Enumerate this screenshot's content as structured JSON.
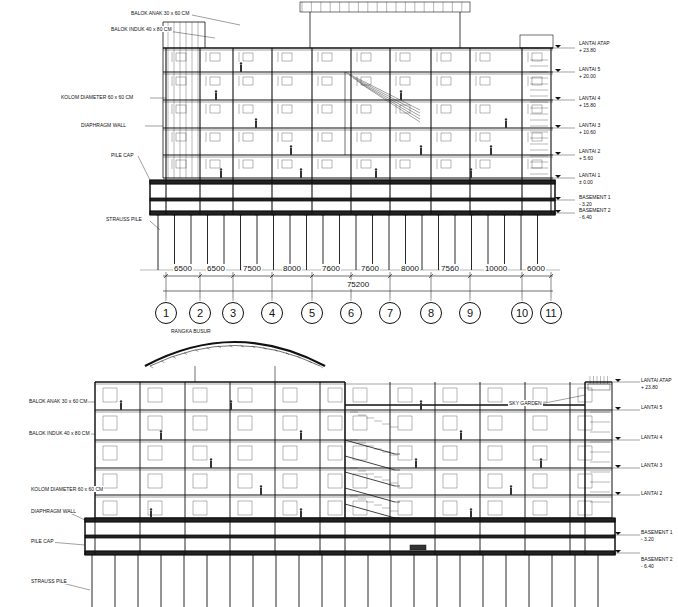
{
  "diagram": {
    "nodes": [
      {
        "text": [
          "1"
        ]
      },
      {
        "text": [
          "2"
        ]
      },
      {
        "text": [
          "3"
        ]
      },
      {
        "text": [
          "4"
        ]
      },
      {
        "text": [
          "5"
        ]
      },
      {
        "text": [
          "6"
        ]
      },
      {
        "text": [
          "7"
        ]
      },
      {
        "text": [
          "8"
        ]
      },
      {
        "text": [
          "9"
        ]
      },
      {
        "text": [
          "10"
        ]
      },
      {
        "text": [
          "11"
        ]
      }
    ],
    "labels": [
      "BALOK ANAK 30 x 60 CM",
      "BALOK INDUK 40 x 80 CM",
      "KOLOM DIAMETER 60 x 60 CM",
      "DIAPHRAGM WALL",
      "PILE CAP",
      "STRAUSS PILE",
      "LANTAI ATAP",
      "+ 23.80",
      "LANTAI 5",
      "+ 20.00",
      "LANTAI 4",
      "+ 15.80",
      "LANTAI 3",
      "+ 10.60",
      "LANTAI 2",
      "+ 5.60",
      "LANTAI 1",
      "± 0.00",
      "BASEMENT 1",
      "- 3.20",
      "BASEMENT 2",
      "- 6.40",
      "6500",
      "6500",
      "7500",
      "8000",
      "7600",
      "7600",
      "8000",
      "7560",
      "10000",
      "6000",
      "75200",
      "RANGKA BUSUR",
      "BALOK ANAK 30 x 60 CM",
      "BALOK INDUK 40 x 80 CM",
      "KOLOM DIAMETER 60 x 60 CM",
      "DIAPHRAGM WALL",
      "PILE CAP",
      "STRAUSS PILE",
      "SKY GARDEN",
      "LANTAI ATAP",
      "+ 23.80",
      "LANTAI 5",
      "LANTAI 4",
      "LANTAI 3",
      "LANTAI 2",
      "BASEMENT 1",
      "- 3.20",
      "BASEMENT 2",
      "- 6.40"
    ]
  }
}
